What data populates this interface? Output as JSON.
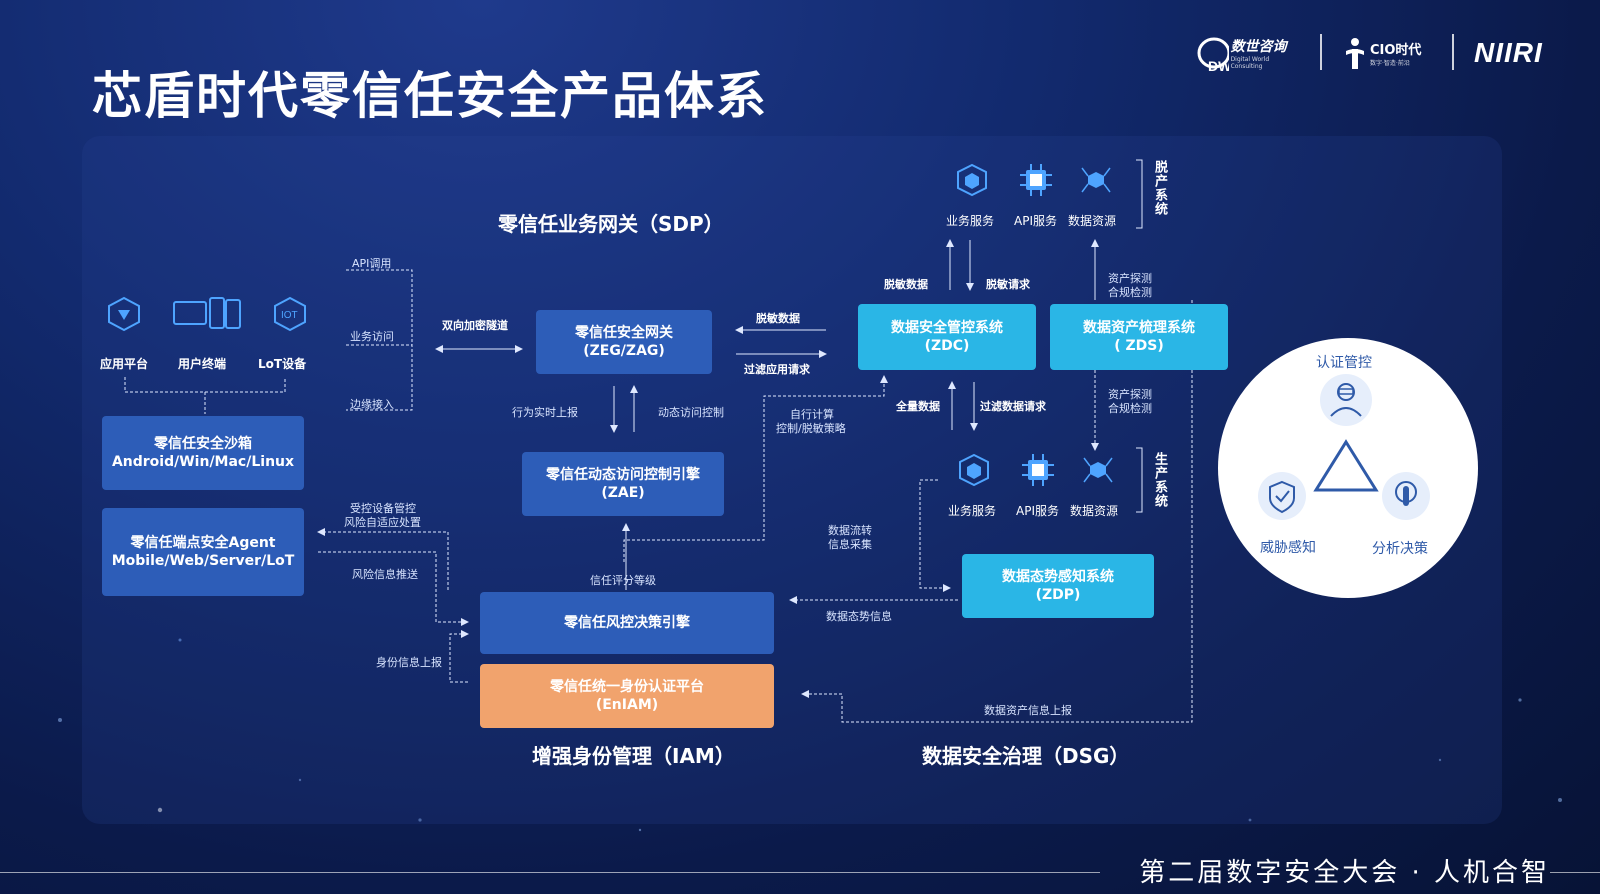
{
  "title": "芯盾时代零信任安全产品体系",
  "logos": {
    "dw_name": "数世咨询",
    "dw_sub": "Digital World Consulting",
    "dw_mark": "DW",
    "cio": "CIO时代",
    "cio_sub": "数字·智造·前沿",
    "niiri": "NIIRI"
  },
  "sections": {
    "sdp": "零信任业务网关（SDP）",
    "iam": "增强身份管理（IAM）",
    "dsg": "数据安全治理（DSG）"
  },
  "devices": [
    "应用平台",
    "用户终端",
    "LoT设备"
  ],
  "boxes": {
    "sandbox": [
      "零信任安全沙箱",
      "Android/Win/Mac/Linux"
    ],
    "endpoint": [
      "零信任端点安全Agent",
      "Mobile/Web/Server/LoT"
    ],
    "gateway": [
      "零信任安全网关",
      "(ZEG/ZAG)"
    ],
    "zae": [
      "零信任动态访问控制引擎",
      "(ZAE)"
    ],
    "risk": [
      "零信任风控决策引擎"
    ],
    "eniam": [
      "零信任统一身份认证平台",
      "(EnIAM)"
    ],
    "zdc": [
      "数据安全管控系统",
      "(ZDC)"
    ],
    "zds": [
      "数据资产梳理系统",
      "( ZDS)"
    ],
    "zdp": [
      "数据态势感知系统",
      "(ZDP)"
    ]
  },
  "labels": {
    "api_call": "API调用",
    "biz_access": "业务访问",
    "edge_access": "边缘接入",
    "tunnel": "双向加密隧道",
    "desens_data_top": "脱敏数据",
    "filter_app_req": "过滤应用请求",
    "behavior_report": "行为实时上报",
    "dyn_access_ctrl": "动态访问控制",
    "self_calc_1": "自行计算",
    "self_calc_2": "控制/脱敏策略",
    "trust_score": "信任评分等级",
    "device_ctrl_1": "受控设备管控",
    "device_ctrl_2": "风险自适应处置",
    "risk_push": "风险信息推送",
    "identity_report": "身份信息上报",
    "full_data": "全量数据",
    "filter_data_req": "过滤数据请求",
    "desens_data": "脱敏数据",
    "desens_req": "脱敏请求",
    "asset_probe_1": "资产探测",
    "asset_probe_2": "合规检测",
    "asset_probe_3": "资产探测",
    "asset_probe_4": "合规检测",
    "flow_1": "数据流转",
    "flow_2": "信息采集",
    "situation_info": "数据态势信息",
    "asset_report": "数据资产信息上报"
  },
  "desens_services": [
    "业务服务",
    "API服务",
    "数据资源"
  ],
  "prod_services": [
    "业务服务",
    "API服务",
    "数据资源"
  ],
  "desens_system": "脱产系统",
  "prod_system": "生产系统",
  "circle": {
    "top": "认证管控",
    "left": "威胁感知",
    "right": "分析决策"
  },
  "footer": "第二届数字安全大会 · 人机合智",
  "colors": {
    "navy": "#2d5db8",
    "cyan": "#2ab6e6",
    "orange": "#f1a36d",
    "bg": "#0b1a46"
  }
}
